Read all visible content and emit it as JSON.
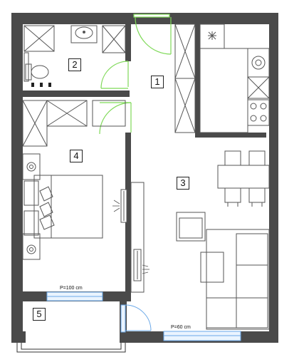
{
  "rooms": [
    {
      "number": "1"
    },
    {
      "number": "2"
    },
    {
      "number": "3"
    },
    {
      "number": "4"
    },
    {
      "number": "5"
    }
  ],
  "windows": [
    {
      "label": "P=100 cm"
    },
    {
      "label": "P=60 cm"
    }
  ],
  "colors": {
    "wall": "#4a4a4a",
    "door": "#7ed957",
    "window": "#6aa8e8",
    "furniture": "#555555"
  }
}
